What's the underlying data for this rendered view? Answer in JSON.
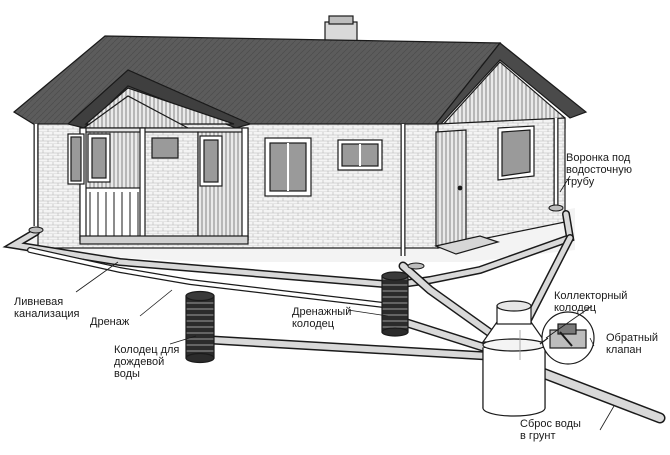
{
  "labels": {
    "funnel": [
      "Воронка под",
      "водосточную",
      "трубу"
    ],
    "storm_sewer": [
      "Ливневая",
      "канализация"
    ],
    "drainage": [
      "Дренаж"
    ],
    "drain_well": [
      "Дренажный",
      "колодец"
    ],
    "collector_well": [
      "Коллекторный",
      "колодец"
    ],
    "check_valve": [
      "Обратный",
      "клапан"
    ],
    "rain_well": [
      "Колодец для",
      "дождевой",
      "воды"
    ],
    "ground_discharge": [
      "Сброс воды",
      "в грунт"
    ]
  },
  "colors": {
    "line": "#1a1a1a",
    "roof": "#5c5c5c",
    "roof_dark": "#3a3a3a",
    "wall": "#f2f2f2",
    "pipe": "#d9d9d9",
    "well_dark": "#262626",
    "window_glass": "#9a9a9a",
    "ground": "#eeeeee"
  }
}
